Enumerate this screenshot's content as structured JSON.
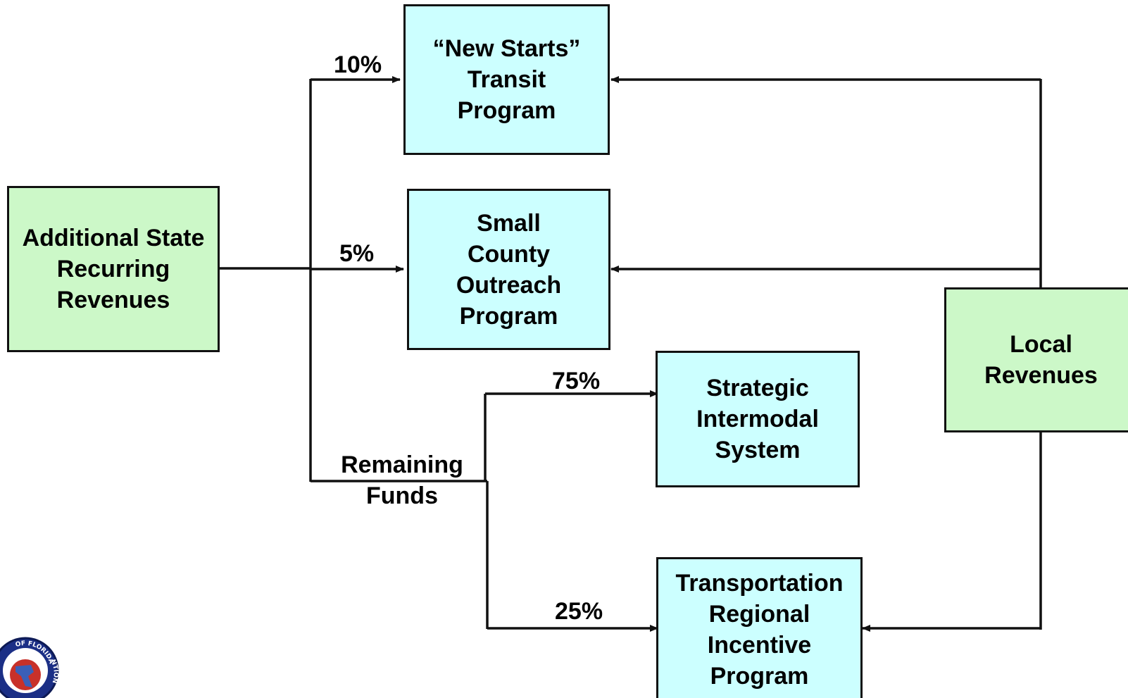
{
  "diagram": {
    "source_box": {
      "lines": [
        "Additional State",
        "Recurring",
        "Revenues"
      ]
    },
    "local_box": {
      "lines": [
        "Local",
        "Revenues"
      ]
    },
    "new_starts_box": {
      "lines": [
        "“New Starts”",
        "Transit",
        "Program"
      ]
    },
    "small_county_box": {
      "lines": [
        "Small",
        "County",
        "Outreach",
        "Program"
      ]
    },
    "strategic_box": {
      "lines": [
        "Strategic",
        "Intermodal",
        "System"
      ]
    },
    "trip_box": {
      "lines": [
        "Transportation",
        "Regional",
        "Incentive",
        "Program"
      ]
    },
    "labels": {
      "ten_percent": "10%",
      "five_percent": "5%",
      "remaining": [
        "Remaining",
        "Funds"
      ],
      "seventy_five_percent": "75%",
      "twenty_five_percent": "25%"
    },
    "logo": {
      "text": "OF FLORIDA",
      "text2": "NTION"
    },
    "colors": {
      "green_fill": "#ccf8c8",
      "cyan_fill": "#ccffff",
      "line": "#111111"
    }
  }
}
